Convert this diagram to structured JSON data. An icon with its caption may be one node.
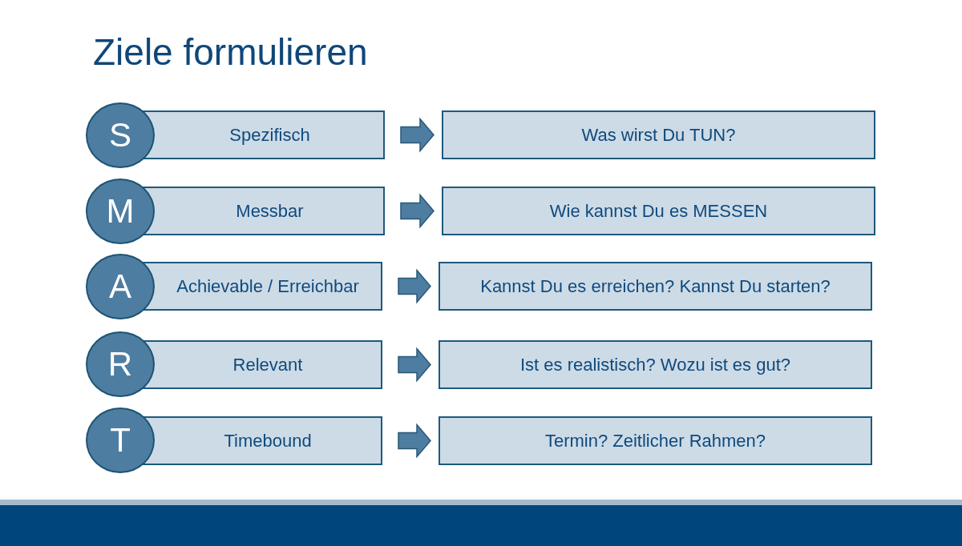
{
  "diagram": {
    "title": "Ziele formulieren",
    "nodes": [
      {
        "text": [
          "S"
        ]
      },
      {
        "text": [
          "Spezifisch"
        ]
      },
      {
        "text": [
          "Was wirst Du TUN?"
        ]
      },
      {
        "text": [
          "M"
        ]
      },
      {
        "text": [
          "Messbar"
        ]
      },
      {
        "text": [
          "Wie kannst Du es MESSEN"
        ]
      },
      {
        "text": [
          "A"
        ]
      },
      {
        "text": [
          "Achievable / Erreichbar"
        ]
      },
      {
        "text": [
          "Kannst Du es erreichen? Kannst Du starten?"
        ]
      },
      {
        "text": [
          "R"
        ]
      },
      {
        "text": [
          "Relevant"
        ]
      },
      {
        "text": [
          "Ist es realistisch? Wozu ist es gut?"
        ]
      },
      {
        "text": [
          "T"
        ]
      },
      {
        "text": [
          "Timebound"
        ]
      },
      {
        "text": [
          "Termin? Zeitlicher Rahmen?"
        ]
      }
    ],
    "edges": [
      {
        "from": 1,
        "to": 2,
        "arrow": "to"
      },
      {
        "from": 4,
        "to": 5,
        "arrow": "to"
      },
      {
        "from": 7,
        "to": 8,
        "arrow": "to"
      },
      {
        "from": 10,
        "to": 11,
        "arrow": "to"
      },
      {
        "from": 13,
        "to": 14,
        "arrow": "to"
      }
    ]
  }
}
